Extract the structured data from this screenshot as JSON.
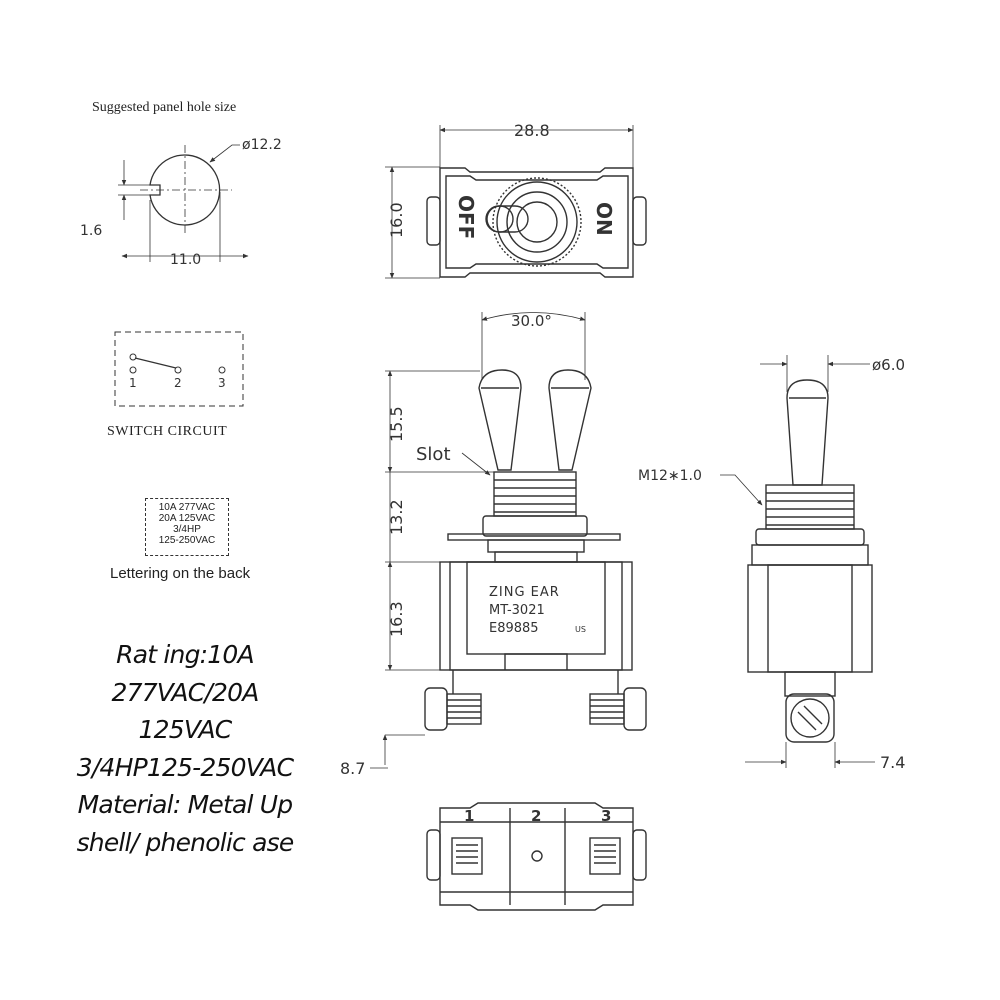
{
  "panel": {
    "title": "Suggested panel hole size",
    "dia": "ø12.2",
    "dim_flat": "1.6",
    "dim_width": "11.0"
  },
  "circuit": {
    "title": "SWITCH  CIRCUIT",
    "t1": "1",
    "t2": "2",
    "t3": "3"
  },
  "back": {
    "lines": [
      "10A 277VAC",
      "20A 125VAC",
      "3/4HP",
      "125-250VAC"
    ],
    "caption": "Lettering on the back"
  },
  "rating": {
    "lines": [
      "Rat ing:10A",
      "277VAC/20A",
      "125VAC",
      "3/4HP125-250VAC",
      "Material: Metal Up",
      "shell/ phenolic ase"
    ]
  },
  "top_view": {
    "dim_width": "28.8",
    "dim_height": "16.0",
    "off": "OFF",
    "on": "ON"
  },
  "front_view": {
    "angle": "30.0°",
    "dim_lever": "15.5",
    "dim_bushing": "13.2",
    "dim_body": "16.3",
    "dim_terminal": "8.7",
    "slot": "Slot",
    "brand": "ZING EAR",
    "model": "MT-3021",
    "cert": "E89885",
    "ul_mark": "US"
  },
  "side_view": {
    "dia": "ø6.0",
    "thread": "M12∗1.0",
    "dim_terminal": "7.4"
  },
  "bottom_view": {
    "t1": "1",
    "t2": "2",
    "t3": "3"
  }
}
